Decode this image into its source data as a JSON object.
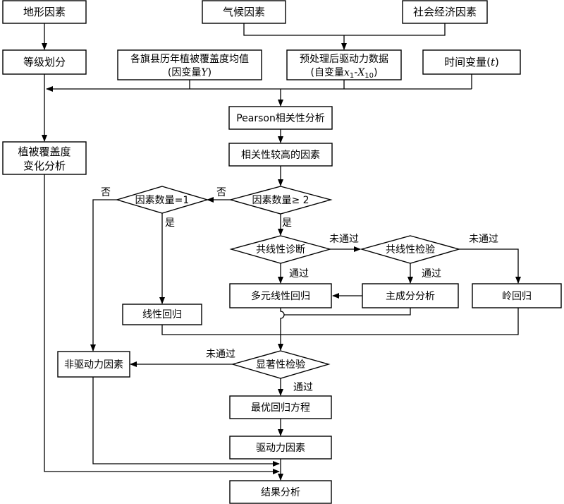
{
  "nodes": {
    "terrain": "地形因素",
    "climate": "气候因素",
    "socio": "社会经济因素",
    "grade": "等级划分",
    "veg_mean_1": "各旗县历年植被覆盖度均值",
    "veg_mean_2_pre": "(因变量",
    "veg_mean_2_var": "Y",
    "veg_mean_2_post": ")",
    "driver_data_1": "预处理后驱动力数据",
    "driver_data_2_pre": "(自变量",
    "driver_data_2_x1": "x",
    "driver_data_2_x1sub": "1",
    "driver_data_2_dash": "-",
    "driver_data_2_x10": "X",
    "driver_data_2_x10sub": "10",
    "driver_data_2_post": ")",
    "time_var_pre": "时间变量(",
    "time_var_var": "t",
    "time_var_post": ")",
    "veg_change_1": "植被覆盖度",
    "veg_change_2": "变化分析",
    "pearson": "Pearson相关性分析",
    "high_corr": "相关性较高的因素",
    "factor_ge2": "因素数量≥ 2",
    "factor_eq1": "因素数量=1",
    "collin_diag": "共线性诊断",
    "collin_test": "共线性检验",
    "multi_reg": "多元线性回归",
    "pca": "主成分分析",
    "ridge": "岭回归",
    "linear_reg": "线性回归",
    "non_driver": "非驱动力因素",
    "sig_test": "显著性检验",
    "best_eq": "最优回归方程",
    "driver_factors": "驱动力因素",
    "result": "结果分析"
  },
  "edge_labels": {
    "no_left": "否",
    "no_top": "否",
    "yes_eq1": "是",
    "yes_ge2": "是",
    "fail_diag": "未通过",
    "fail_test": "未通过",
    "pass_diag": "通过",
    "pass_test": "通过",
    "fail_sig": "未通过",
    "pass_sig": "通过"
  }
}
